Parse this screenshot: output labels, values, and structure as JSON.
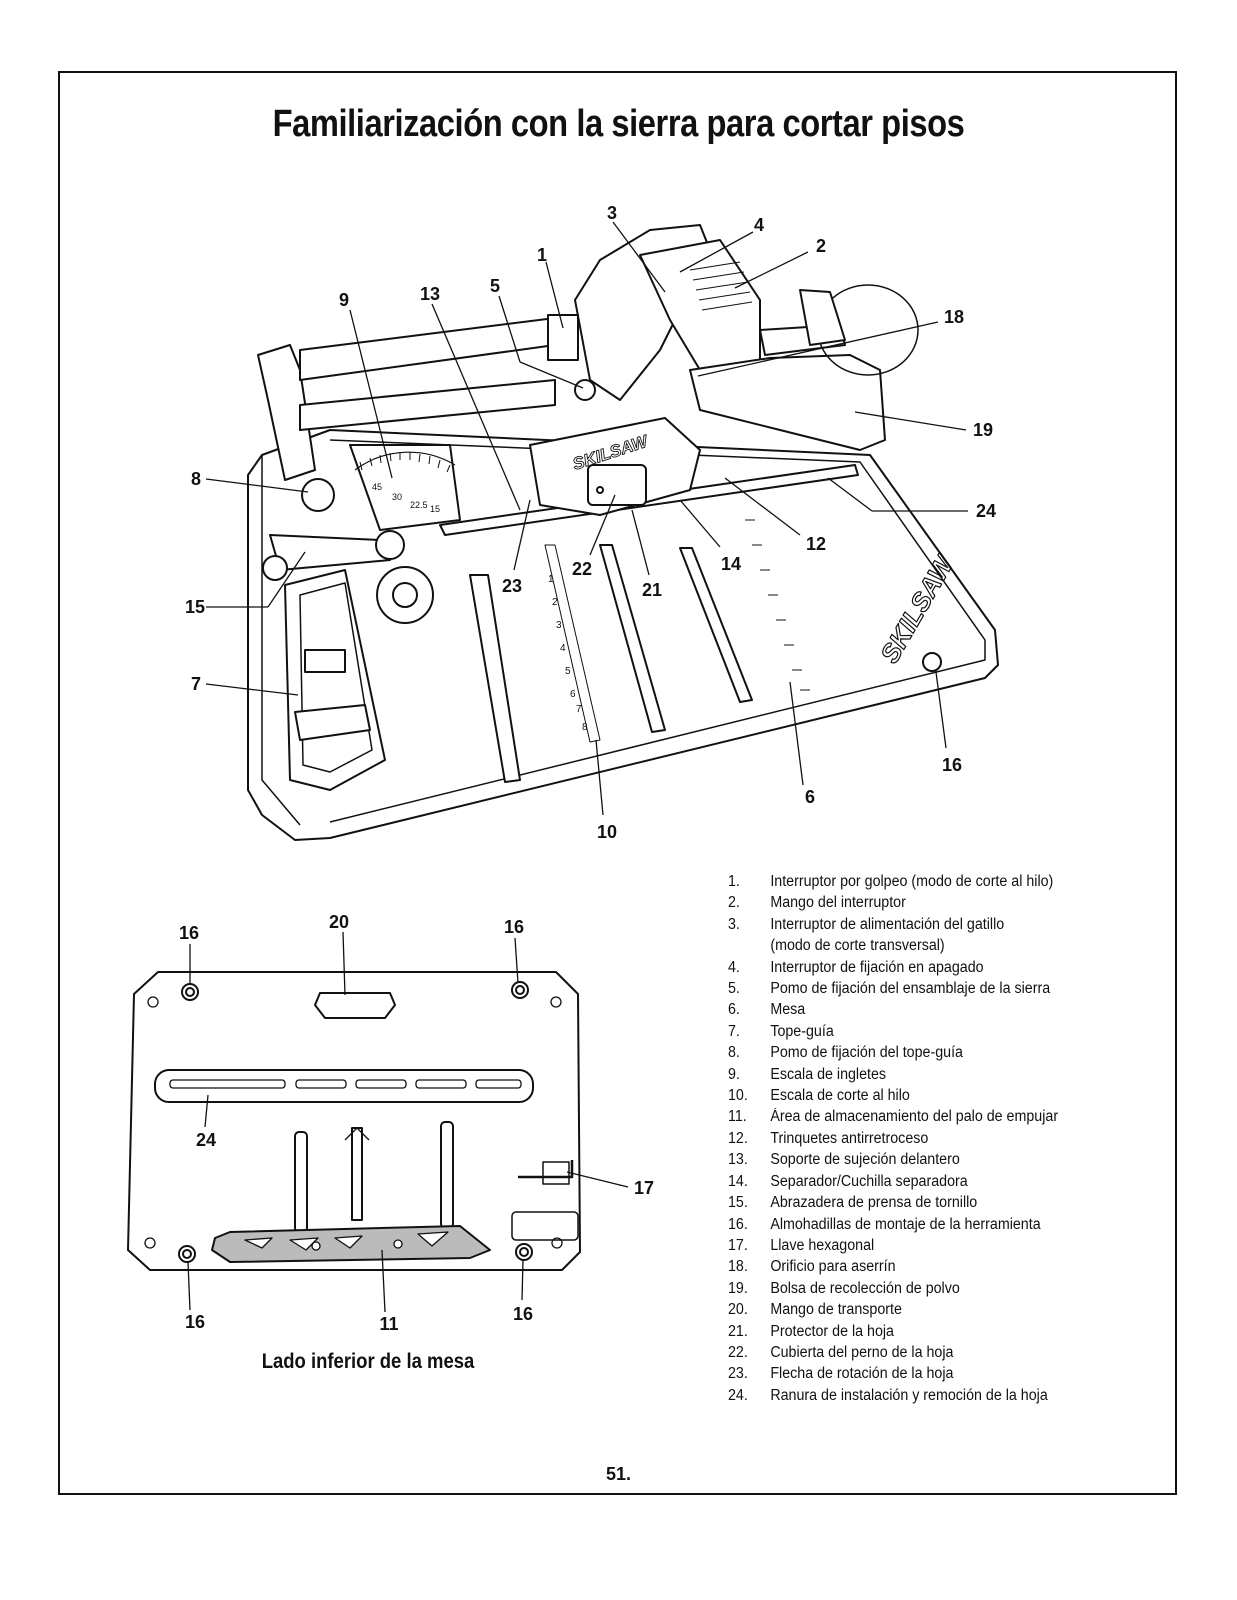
{
  "title": "Familiarización con la sierra para cortar pisos",
  "brand_logo": "SKILSAW",
  "main_callouts": [
    "1",
    "2",
    "3",
    "4",
    "5",
    "6",
    "7",
    "8",
    "9",
    "10",
    "12",
    "13",
    "14",
    "15",
    "16",
    "18",
    "19",
    "21",
    "22",
    "23",
    "24"
  ],
  "miter_scale_labels": [
    "45",
    "30",
    "22.5",
    "15"
  ],
  "rip_scale_labels": [
    "1",
    "2",
    "3",
    "4",
    "5",
    "6",
    "7",
    "8"
  ],
  "bottom_callouts": [
    "16",
    "20",
    "16",
    "24",
    "17",
    "16",
    "11",
    "16"
  ],
  "bottom_caption": "Lado inferior de la mesa",
  "legend": [
    {
      "num": "1.",
      "text": "Interruptor por golpeo (modo de corte al hilo)"
    },
    {
      "num": "2.",
      "text": "Mango del interruptor"
    },
    {
      "num": "3.",
      "text": "Interruptor de alimentación del gatillo\n(modo de corte transversal)"
    },
    {
      "num": "4.",
      "text": "Interruptor de fijación en apagado"
    },
    {
      "num": "5.",
      "text": "Pomo de fijación del ensamblaje de la sierra"
    },
    {
      "num": "6.",
      "text": "Mesa"
    },
    {
      "num": "7.",
      "text": "Tope-guía"
    },
    {
      "num": "8.",
      "text": "Pomo de fijación del tope-guía"
    },
    {
      "num": "9.",
      "text": "Escala de ingletes"
    },
    {
      "num": "10.",
      "text": "Escala de corte al hilo"
    },
    {
      "num": "11.",
      "text": "Área de almacenamiento del palo de empujar"
    },
    {
      "num": "12.",
      "text": "Trinquetes antirretroceso"
    },
    {
      "num": "13.",
      "text": "Soporte de sujeción delantero"
    },
    {
      "num": "14.",
      "text": "Separador/Cuchilla separadora"
    },
    {
      "num": "15.",
      "text": "Abrazadera de prensa de tornillo"
    },
    {
      "num": "16.",
      "text": "Almohadillas de montaje de la herramienta"
    },
    {
      "num": "17.",
      "text": "Llave hexagonal"
    },
    {
      "num": "18.",
      "text": "Orificio para aserrín"
    },
    {
      "num": "19.",
      "text": "Bolsa de recolección de polvo"
    },
    {
      "num": "20.",
      "text": "Mango de transporte"
    },
    {
      "num": "21.",
      "text": "Protector de la hoja"
    },
    {
      "num": "22.",
      "text": "Cubierta del perno de la hoja"
    },
    {
      "num": "23.",
      "text": "Flecha de rotación de la hoja"
    },
    {
      "num": "24.",
      "text": "Ranura de instalación y remoción de la hoja"
    }
  ],
  "page_number": "51."
}
